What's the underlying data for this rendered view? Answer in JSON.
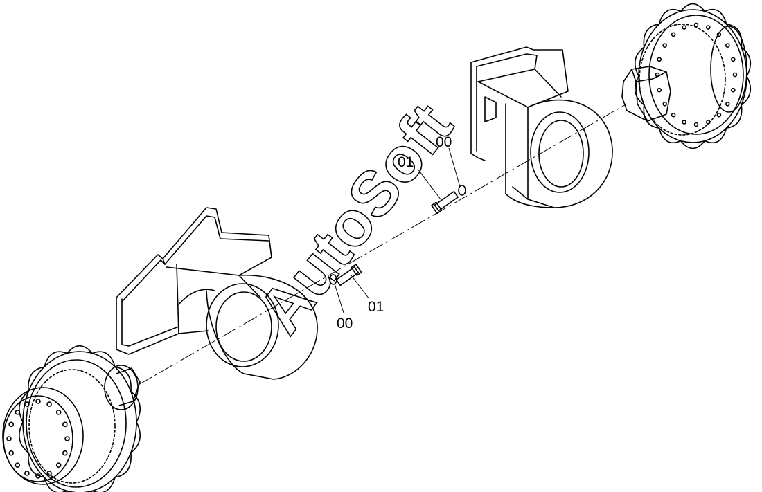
{
  "watermark": {
    "text": "AutoSoft"
  },
  "callouts": [
    {
      "id": "upper-bolt",
      "text": "01"
    },
    {
      "id": "upper-washer",
      "text": "00"
    },
    {
      "id": "lower-bolt",
      "text": "01"
    },
    {
      "id": "lower-washer",
      "text": "00"
    }
  ],
  "colors": {
    "ink": "#000000",
    "background": "#ffffff"
  }
}
